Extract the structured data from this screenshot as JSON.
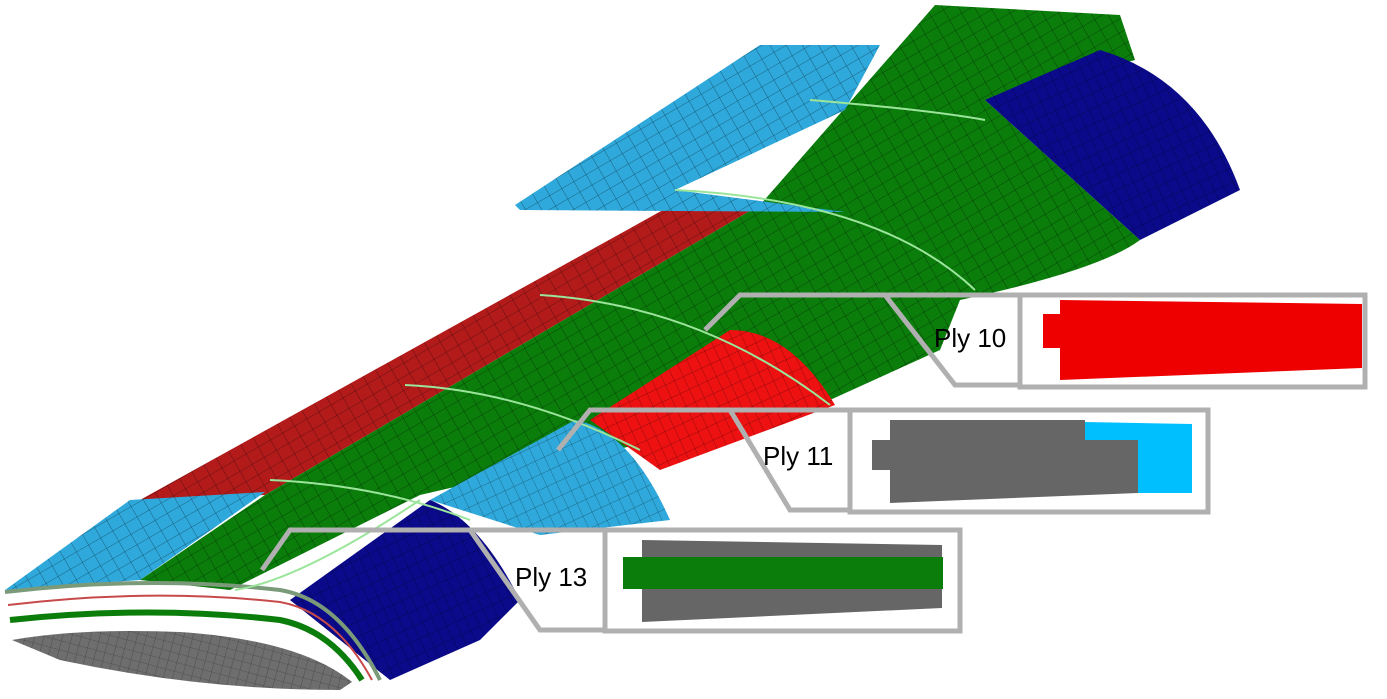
{
  "callouts": [
    {
      "id": "ply-10",
      "label": "Ply 10"
    },
    {
      "id": "ply-11",
      "label": "Ply 11"
    },
    {
      "id": "ply-13",
      "label": "Ply 13"
    }
  ],
  "colors": {
    "red_ply": "#ee0000",
    "dark_red_skin": "#b31b1b",
    "green_ply": "#0b7d0b",
    "navy_ply": "#0a0a8a",
    "cyan_ply": "#2fa9dc",
    "bright_cyan": "#00bfff",
    "gray_ply": "#666666",
    "frame_gray": "#b0b0b0"
  }
}
